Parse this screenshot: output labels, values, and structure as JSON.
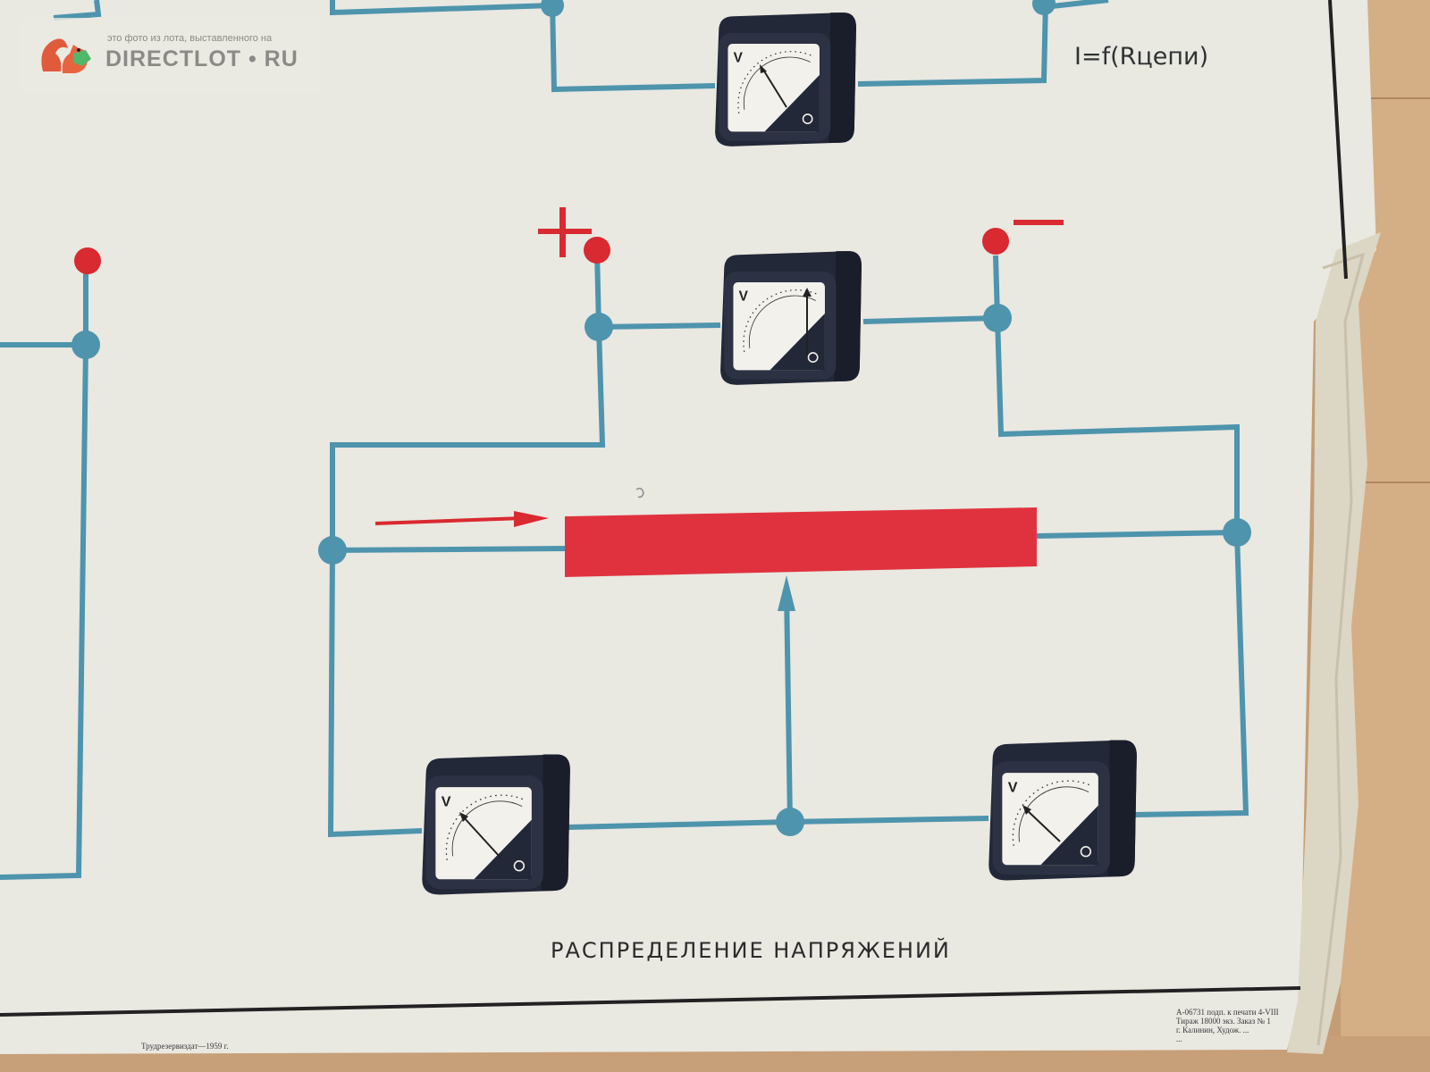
{
  "formula": "I=f(Rцепи)",
  "caption": "РАСПРЕДЕЛЕНИЕ НАПРЯЖЕНИЙ",
  "meter_label": "V",
  "terminals": {
    "plus": "+",
    "minus": "−"
  },
  "publisher": "Трудрезервиздат—1959 г.",
  "imprint_lines": [
    "А-06731 подп. к печати 4-VIII",
    "Тираж 18000 экз. Заказ № 1",
    "г. Калинин, Худож. ...",
    "..."
  ],
  "watermark": {
    "caption": "это фото из лота, выставленного на",
    "brand": "DIRECTLOT • RU"
  },
  "colors": {
    "wire": "#4e94ad",
    "resistor": "#e0323e",
    "terminal": "#d82a30",
    "meter_body": "#232838",
    "poster": "#e9e8e1"
  },
  "icons": [
    "voltmeter-icon",
    "red-arrow-icon",
    "squirrel-logo-icon"
  ]
}
